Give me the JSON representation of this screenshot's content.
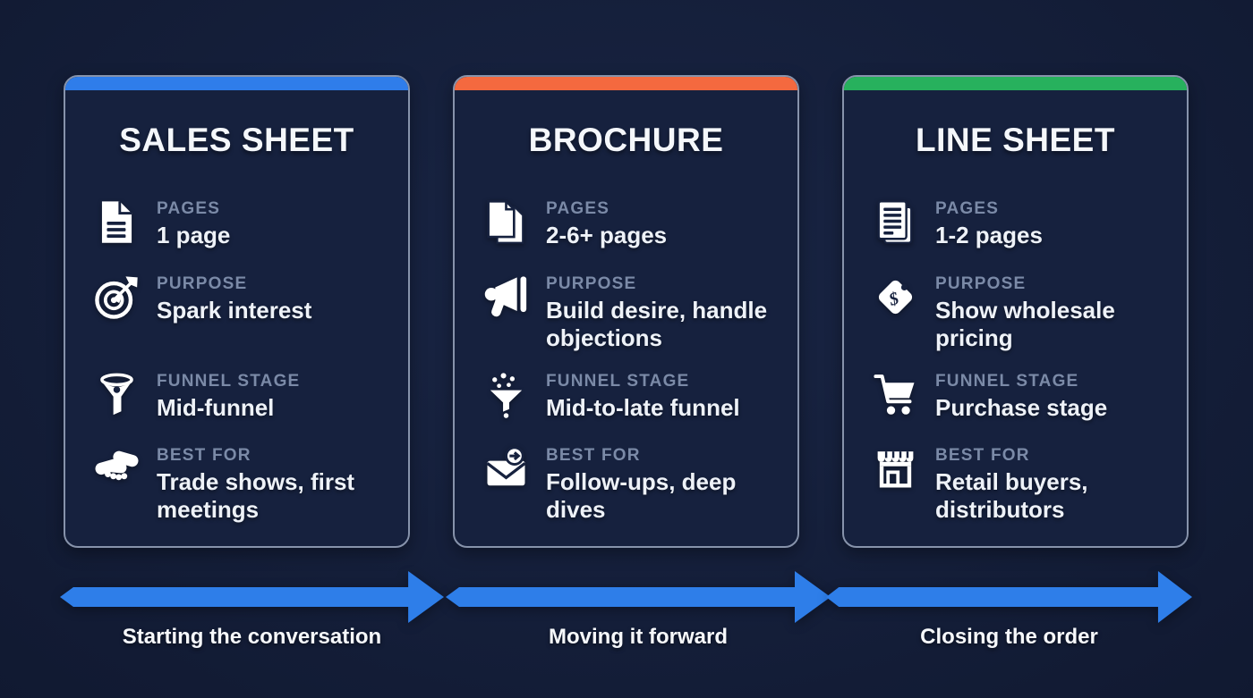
{
  "page": {
    "background_color": "#141e39",
    "card_background_color": "#16213e",
    "card_border_color": "#8793ab",
    "label_color": "#7b8aa7",
    "value_color": "#eef2f8"
  },
  "cards": [
    {
      "title": "SALES SHEET",
      "accent_color": "#2f7dea",
      "rows": [
        {
          "icon": "document-icon",
          "label": "PAGES",
          "value": "1 page"
        },
        {
          "icon": "target-arrow-icon",
          "label": "PURPOSE",
          "value": "Spark interest"
        },
        {
          "icon": "funnel-icon",
          "label": "FUNNEL STAGE",
          "value": "Mid-funnel"
        },
        {
          "icon": "handshake-icon",
          "label": "BEST FOR",
          "value": "Trade shows, first meetings"
        }
      ]
    },
    {
      "title": "BROCHURE",
      "accent_color": "#f4693f",
      "rows": [
        {
          "icon": "documents-stack-icon",
          "label": "PAGES",
          "value": "2-6+ pages"
        },
        {
          "icon": "megaphone-icon",
          "label": "PURPOSE",
          "value": "Build desire, handle objections"
        },
        {
          "icon": "funnel-dots-icon",
          "label": "FUNNEL STAGE",
          "value": "Mid-to-late funnel"
        },
        {
          "icon": "envelope-arrow-icon",
          "label": "BEST FOR",
          "value": "Follow-ups, deep dives"
        }
      ]
    },
    {
      "title": "LINE SHEET",
      "accent_color": "#27b15d",
      "rows": [
        {
          "icon": "lined-document-icon",
          "label": "PAGES",
          "value": "1-2 pages"
        },
        {
          "icon": "price-tag-icon",
          "label": "PURPOSE",
          "value": "Show wholesale pricing"
        },
        {
          "icon": "cart-icon",
          "label": "FUNNEL STAGE",
          "value": "Purchase stage"
        },
        {
          "icon": "storefront-icon",
          "label": "BEST FOR",
          "value": "Retail buyers, distributors"
        }
      ]
    }
  ],
  "timeline": {
    "arrow_color": "#2e7ee9",
    "stages": [
      {
        "caption": "Starting the conversation"
      },
      {
        "caption": "Moving it forward"
      },
      {
        "caption": "Closing the order"
      }
    ]
  }
}
